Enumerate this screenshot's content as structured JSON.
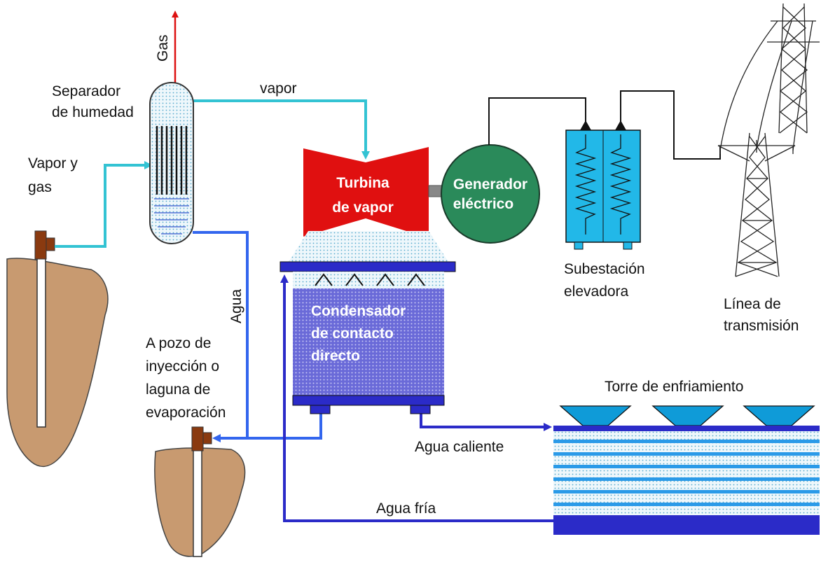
{
  "labels": {
    "gas": "Gas",
    "separator": [
      "Separador",
      "de humedad"
    ],
    "vapor": "vapor",
    "vapor_gas": [
      "Vapor y",
      "gas"
    ],
    "turbine": [
      "Turbina",
      "de vapor"
    ],
    "generator": [
      "Generador",
      "eléctrico"
    ],
    "substation": [
      "Subestación",
      "elevadora"
    ],
    "transmission": [
      "Línea de",
      "transmisión"
    ],
    "agua": "Agua",
    "injection": [
      "A pozo de",
      "inyección o",
      "laguna de",
      "evaporación"
    ],
    "condenser": [
      "Condensador",
      "de contacto",
      "directo"
    ],
    "cooling_tower": "Torre de enfriamiento",
    "hot_water": "Agua caliente",
    "cold_water": "Agua fría"
  },
  "colors": {
    "steam": "#33c3d3",
    "water": "#3366ee",
    "cold_water": "#2b2bc8",
    "gas": "#dd1111",
    "turbine": "#e01010",
    "generator": "#2a8a5a",
    "transformer": "#22b8e8",
    "tower_fill": "#0f9bd8",
    "earth": "#c89a70"
  }
}
